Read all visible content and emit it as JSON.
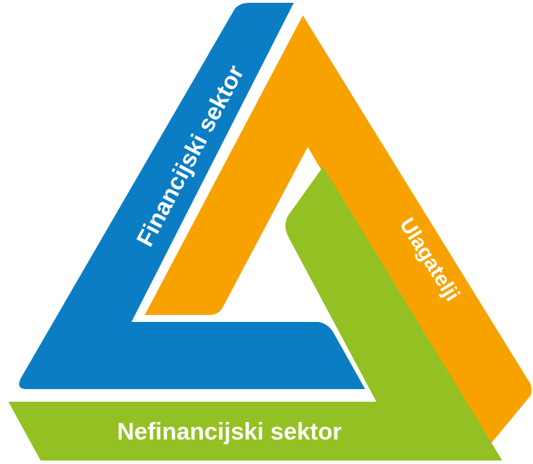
{
  "diagram": {
    "type": "penrose-triangle",
    "segments": [
      {
        "id": "blue",
        "label": "Financijski sektor",
        "color": "#0a7dc4"
      },
      {
        "id": "orange",
        "label": "Ulagatelji",
        "color": "#f8a200"
      },
      {
        "id": "green",
        "label": "Nefinancijski sektor",
        "color": "#93c123"
      }
    ]
  }
}
